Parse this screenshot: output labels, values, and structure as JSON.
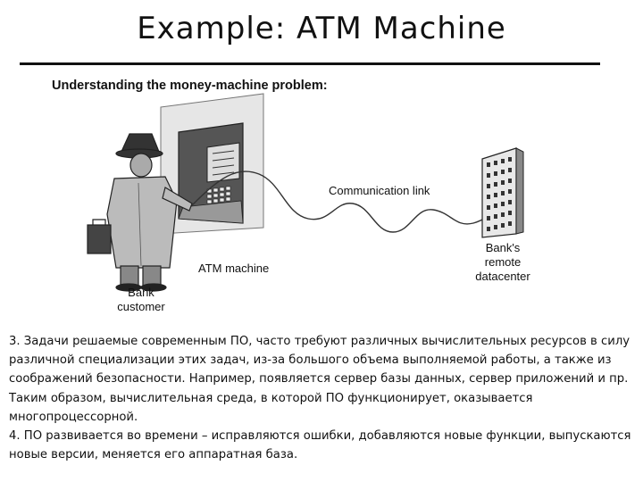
{
  "slide": {
    "title": "Example: ATM Machine",
    "subtitle": "Understanding the money-machine problem:"
  },
  "diagram": {
    "communication_link_label": "Communication link",
    "atm_label": "ATM machine",
    "customer_label_line1": "Bank",
    "customer_label_line2": "customer",
    "datacenter_label_line1": "Bank's",
    "datacenter_label_line2": "remote",
    "datacenter_label_line3": "datacenter"
  },
  "body": {
    "paragraph1": "3. Задачи решаемые современным ПО, часто требуют различных вычислительных ресурсов в силу различной специализации этих задач, из-за большого объема выполняемой работы, а также из соображений безопасности. Например, появляется сервер базы данных, сервер приложений и пр. Таким образом, вычислительная среда, в которой ПО функционирует, оказывается многопроцессорной.",
    "paragraph2": "4. ПО развивается во времени – исправляются ошибки, добавляются новые функции, выпускаются новые версии, меняется его аппаратная база."
  }
}
